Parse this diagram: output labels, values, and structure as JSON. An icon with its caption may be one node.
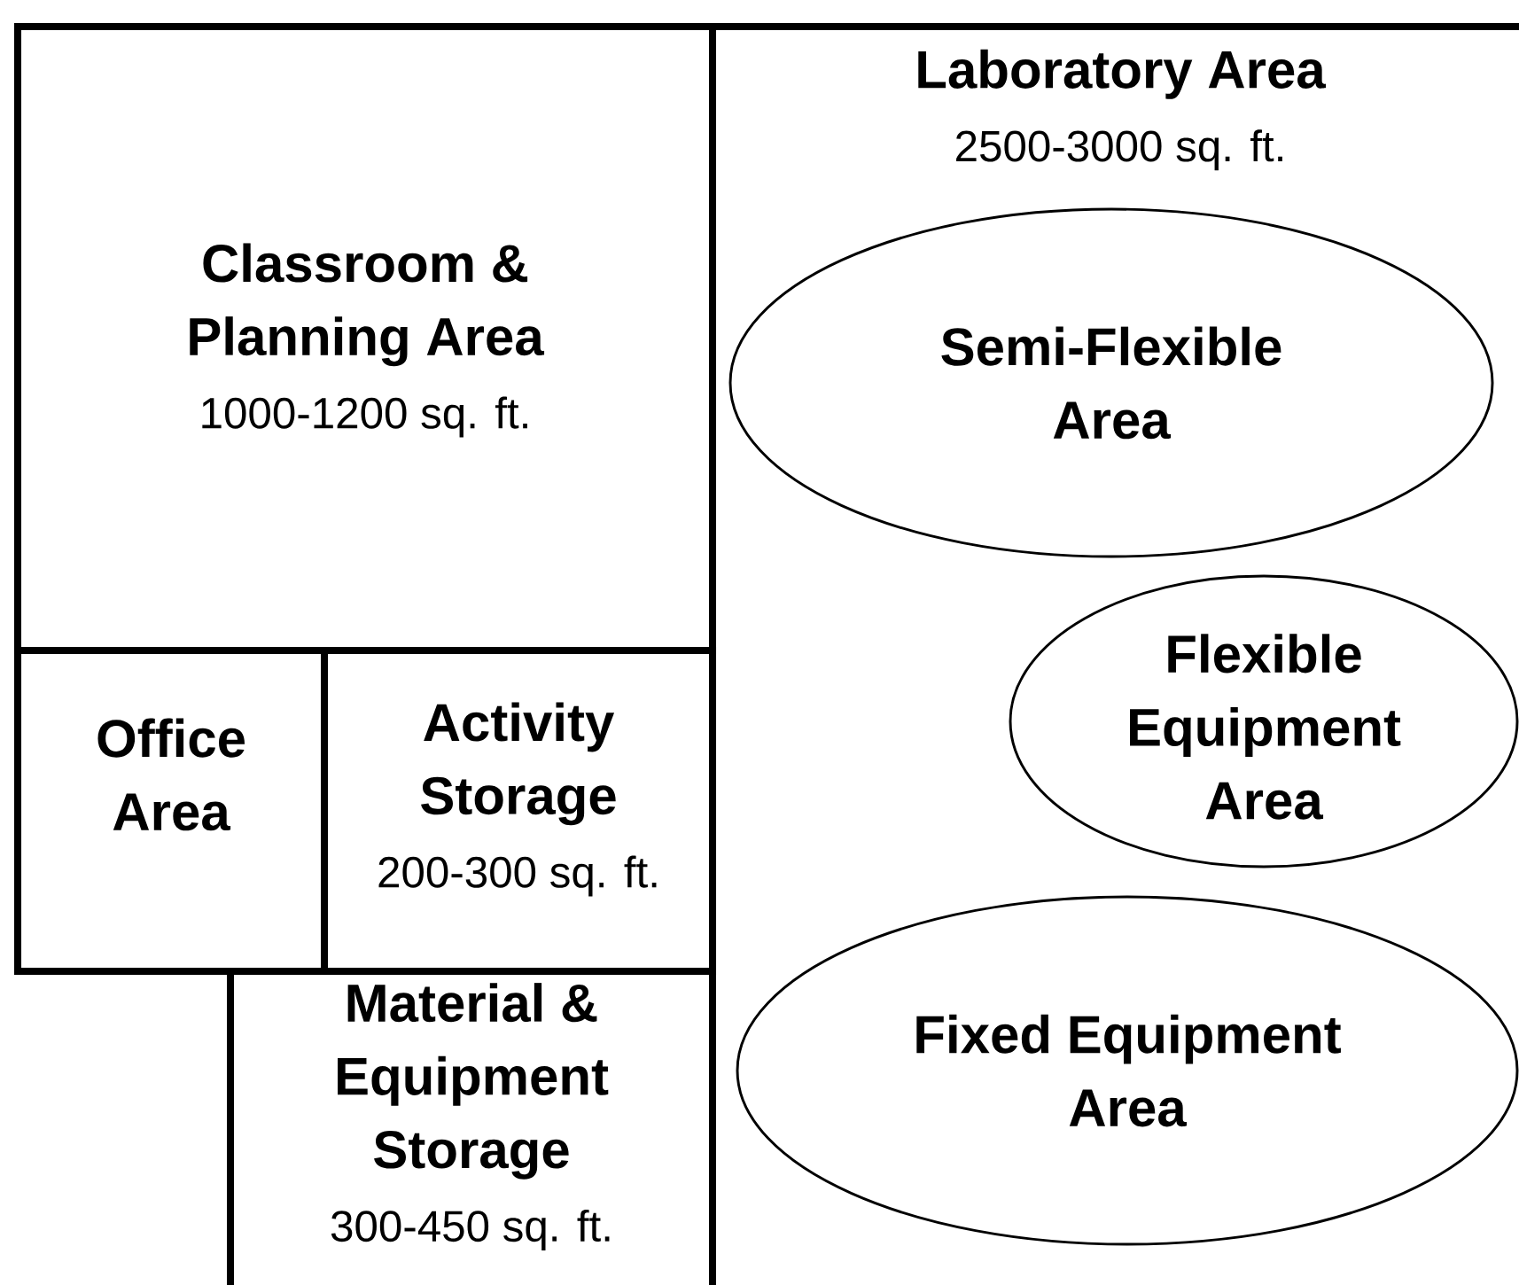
{
  "diagram": {
    "nodes": [
      {
        "text": [
          "Classroom & Planning Area",
          "1000-1200 sq. ft."
        ]
      },
      {
        "text": [
          "Office Area"
        ]
      },
      {
        "text": [
          "Activity Storage",
          "200-300 sq. ft."
        ]
      },
      {
        "text": [
          "Material & Equipment Storage",
          "300-450 sq. ft."
        ]
      },
      {
        "text": [
          "Laboratory Area",
          "2500-3000 sq. ft."
        ]
      },
      {
        "text": [
          "Semi-Flexible Area"
        ],
        "in": 4
      },
      {
        "text": [
          "Flexible Equipment Area"
        ],
        "in": 4
      },
      {
        "text": [
          "Fixed Equipment Area"
        ],
        "in": 4
      }
    ]
  }
}
